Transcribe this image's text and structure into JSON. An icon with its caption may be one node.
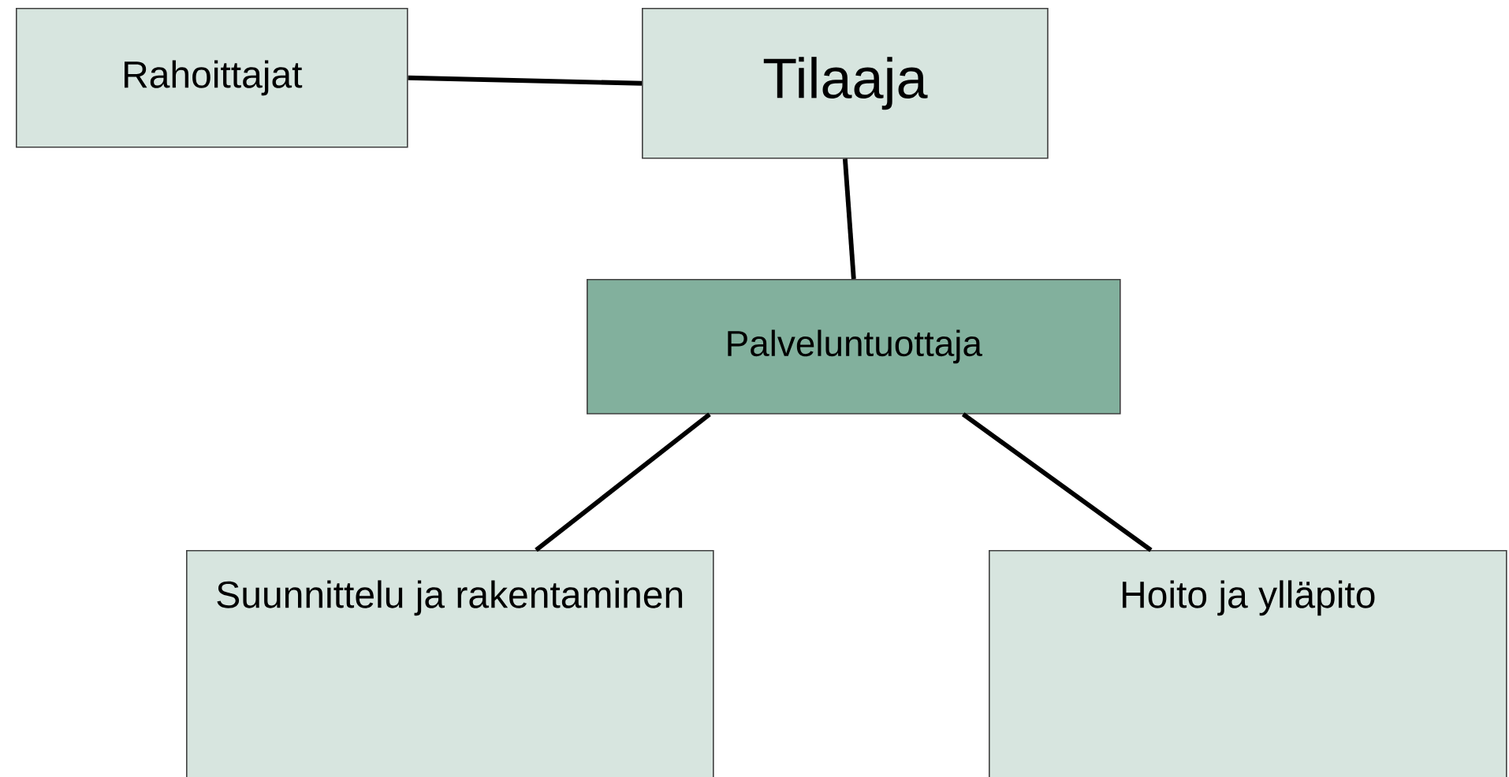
{
  "diagram": {
    "nodes": [
      {
        "text": [
          "Rahoittajat"
        ]
      },
      {
        "text": [
          "Tilaaja"
        ]
      },
      {
        "text": [
          "Palveluntuottaja"
        ]
      },
      {
        "text": [
          "Suunnittelu ja rakentaminen"
        ]
      },
      {
        "text": [
          "Hoito ja ylläpito"
        ]
      }
    ],
    "edges": [
      {
        "from": 0,
        "to": 1,
        "arrow": "none"
      },
      {
        "from": 1,
        "to": 2,
        "arrow": "none"
      },
      {
        "from": 2,
        "to": 3,
        "arrow": "none"
      },
      {
        "from": 2,
        "to": 4,
        "arrow": "none"
      }
    ]
  }
}
